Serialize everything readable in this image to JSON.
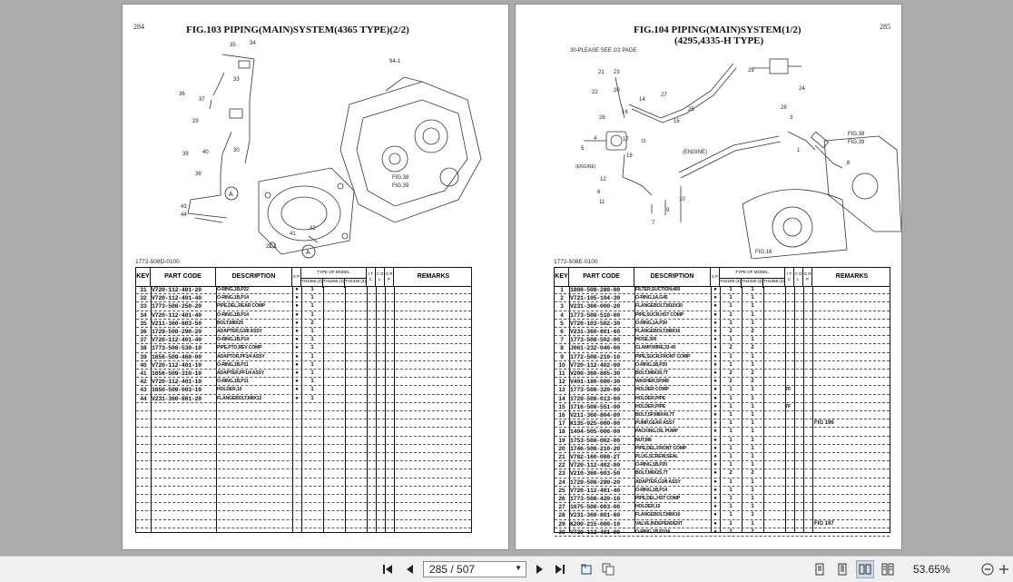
{
  "left_page": {
    "page_number": "284",
    "title": "FIG.103  PIPING(MAIN)SYSTEM(4365 TYPE)(2/2)",
    "doc_code": "1772-508D-0100",
    "callouts": [
      "34",
      "35",
      "33",
      "94-1",
      "36",
      "37",
      "29",
      "30",
      "39",
      "40",
      "38",
      "43",
      "44",
      "42",
      "41",
      "22-1"
    ],
    "fig_refs": [
      "FIG.38",
      "FIG.39"
    ],
    "marker": "A",
    "headers": {
      "key": "KEY",
      "part": "PART CODE",
      "desc": "DESCRIPTION",
      "s": "S P",
      "type_title": "TYPE OF MODEL",
      "types": [
        "TH4365 (3)",
        "TH4295 (3)",
        "TH4335 (3)"
      ],
      "i": "I T C",
      "c": "C O L",
      "g": "G R P",
      "remarks": "REMARKS"
    },
    "rows": [
      {
        "key": "31",
        "part": "V720-112-401-20",
        "desc": "O-RING,1B,P22",
        "s": "●",
        "q": "1",
        "rem": ""
      },
      {
        "key": "32",
        "part": "V720-112-401-40",
        "desc": "O-RING,1B,P14",
        "s": "●",
        "q": "1",
        "rem": ""
      },
      {
        "key": "33",
        "part": "1773-508-250-20",
        "desc": "PIPE,DEL,REAR COMP",
        "s": "●",
        "q": "1",
        "rem": ""
      },
      {
        "key": "34",
        "part": "V720-112-401-40",
        "desc": "O-RING,1B,P14",
        "s": "●",
        "q": "1",
        "rem": ""
      },
      {
        "key": "35",
        "part": "V211-360-803-50",
        "desc": "BOLT,M8X25",
        "s": "●",
        "q": "2",
        "rem": ""
      },
      {
        "key": "36",
        "part": "1729-508-290-20",
        "desc": "ADAPTER,G3/8 ASSY",
        "s": "●",
        "q": "1",
        "rem": ""
      },
      {
        "key": "37",
        "part": "V720-112-401-40",
        "desc": "O-RING,1B,P14",
        "s": "●",
        "q": "1",
        "rem": ""
      },
      {
        "key": "38",
        "part": "1773-508-530-10",
        "desc": "PIPE,PTO,REV COMP",
        "s": "●",
        "q": "1",
        "rem": ""
      },
      {
        "key": "39",
        "part": "1656-509-460-00",
        "desc": "ADAPTOR,PF1/4 ASSY",
        "s": "●",
        "q": "1",
        "rem": ""
      },
      {
        "key": "40",
        "part": "V720-112-401-10",
        "desc": "O-RING,1B,P11",
        "s": "●",
        "q": "1",
        "rem": ""
      },
      {
        "key": "41",
        "part": "1656-509-310-10",
        "desc": "ADAPTER,PF1/4 ASSY",
        "s": "●",
        "q": "1",
        "rem": ""
      },
      {
        "key": "42",
        "part": "V720-112-401-10",
        "desc": "O-RING,1B,P11",
        "s": "●",
        "q": "1",
        "rem": ""
      },
      {
        "key": "43",
        "part": "1650-509-003-10",
        "desc": "HOLDER,10",
        "s": "●",
        "q": "1",
        "rem": ""
      },
      {
        "key": "44",
        "part": "V231-360-801-20",
        "desc": "FLANGEBOLT,M8X12",
        "s": "●",
        "q": "1",
        "rem": ""
      }
    ]
  },
  "right_page": {
    "page_number": "285",
    "title_line1": "FIG.104  PIPING(MAIN)SYSTEM(1/2)",
    "title_line2": "(4295,4335-H TYPE)",
    "note": "30-PLEASE SEE 2/2 PAGE",
    "doc_code": "1772-508E-0100",
    "callouts": [
      "21",
      "23",
      "29",
      "22",
      "14",
      "20",
      "24",
      "25",
      "27",
      "26",
      "16",
      "15",
      "28",
      "3",
      "4",
      "17",
      "1",
      "5",
      "18",
      "19",
      "(ENGINE)",
      "(ENGINE)",
      "6",
      "12",
      "11",
      "10",
      "9",
      "7",
      "8",
      "2"
    ],
    "fig_refs": [
      "FIG.38",
      "FIG.39",
      "FIG.16"
    ],
    "headers": {
      "key": "KEY",
      "part": "PART CODE",
      "desc": "DESCRIPTION",
      "s": "S P",
      "type_title": "TYPE OF MODEL",
      "types": [
        "TH4295 (3)",
        "TH4335 (3)",
        "TH4365 (3)"
      ],
      "i": "I T C",
      "c": "C O L",
      "g": "G R P",
      "remarks": "REMARKS"
    },
    "rows": [
      {
        "key": "1",
        "part": "1808-508-280-00",
        "desc": "FILTER,SUCTION,400",
        "s": "●",
        "q": "1",
        "q2": "1",
        "i": "",
        "rem": ""
      },
      {
        "key": "2",
        "part": "V721-105-104-30",
        "desc": "O-RING,1A,G45",
        "s": "●",
        "q": "1",
        "q2": "1",
        "i": "",
        "rem": ""
      },
      {
        "key": "3",
        "part": "V231-360-000-20",
        "desc": "FLANGEBOLT,M10X30",
        "s": "●",
        "q": "1",
        "q2": "1",
        "i": "",
        "rem": ""
      },
      {
        "key": "4",
        "part": "1773-508-510-00",
        "desc": "PIPE,SUCR,HST COMP",
        "s": "●",
        "q": "1",
        "q2": "1",
        "i": "",
        "rem": ""
      },
      {
        "key": "5",
        "part": "V720-103-502-30",
        "desc": "O-RING,1A,P30",
        "s": "●",
        "q": "1",
        "q2": "1",
        "i": "",
        "rem": ""
      },
      {
        "key": "6",
        "part": "V231-360-801-60",
        "desc": "FLANGEBOLT,M8X16",
        "s": "●",
        "q": "2",
        "q2": "2",
        "i": "",
        "rem": ""
      },
      {
        "key": "7",
        "part": "1773-508-502-00",
        "desc": "HOSE,300",
        "s": "●",
        "q": "1",
        "q2": "1",
        "i": "",
        "rem": ""
      },
      {
        "key": "8",
        "part": "J061-232-040-00",
        "desc": "CLAMP,WIRE,33-40",
        "s": "●",
        "q": "2",
        "q2": "2",
        "i": "",
        "rem": ""
      },
      {
        "key": "9",
        "part": "1772-508-210-10",
        "desc": "PIPE,SUCR,FRONT COMP",
        "s": "●",
        "q": "1",
        "q2": "1",
        "i": "",
        "rem": ""
      },
      {
        "key": "10",
        "part": "V720-112-402-00",
        "desc": "O-RING,1B,P20",
        "s": "●",
        "q": "1",
        "q2": "1",
        "i": "",
        "rem": ""
      },
      {
        "key": "11",
        "part": "V200-360-805-30",
        "desc": "BOLT,M8X30,7T",
        "s": "●",
        "q": "2",
        "q2": "2",
        "i": "",
        "rem": ""
      },
      {
        "key": "12",
        "part": "V401-180-000-30",
        "desc": "WASHER,SP,M8",
        "s": "●",
        "q": "2",
        "q2": "2",
        "i": "",
        "rem": ""
      },
      {
        "key": "13",
        "part": "1773-508-320-00",
        "desc": "HOLDER COMP",
        "s": "●",
        "q": "1",
        "q2": "1",
        "i": "7F",
        "rem": ""
      },
      {
        "key": "14",
        "part": "1729-508-013-00",
        "desc": "HOLDER,PIPE",
        "s": "●",
        "q": "1",
        "q2": "1",
        "i": "",
        "rem": ""
      },
      {
        "key": "15",
        "part": "1716-508-551-00",
        "desc": "HOLDER,PIPE",
        "s": "●",
        "q": "1",
        "q2": "1",
        "i": "7F",
        "rem": ""
      },
      {
        "key": "16",
        "part": "V211-360-804-00",
        "desc": "BOLT,SP,M8X40,7T",
        "s": "●",
        "q": "1",
        "q2": "1",
        "i": "",
        "rem": ""
      },
      {
        "key": "17",
        "part": "K135-025-000-00",
        "desc": "PUMP,GEAR ASSY",
        "s": "●",
        "q": "1",
        "q2": "1",
        "i": "",
        "rem": "FIG 196"
      },
      {
        "key": "18",
        "part": "1404-505-006-00",
        "desc": "PACKING,OIL PUMP",
        "s": "●",
        "q": "1",
        "q2": "1",
        "i": "",
        "rem": ""
      },
      {
        "key": "19",
        "part": "1753-508-002-00",
        "desc": "NUT,M8",
        "s": "●",
        "q": "1",
        "q2": "1",
        "i": "",
        "rem": ""
      },
      {
        "key": "20",
        "part": "1746-508-210-20",
        "desc": "PIPE,DEL,FRONT COMP",
        "s": "●",
        "q": "1",
        "q2": "1",
        "i": "",
        "rem": ""
      },
      {
        "key": "21",
        "part": "V782-160-000-2T",
        "desc": "PLUG,SCREW,SEAL",
        "s": "●",
        "q": "1",
        "q2": "1",
        "i": "",
        "rem": ""
      },
      {
        "key": "22",
        "part": "V720-112-402-00",
        "desc": "O-RING,1B,P20",
        "s": "●",
        "q": "1",
        "q2": "1",
        "i": "",
        "rem": ""
      },
      {
        "key": "23",
        "part": "V210-360-603-50",
        "desc": "BOLT,M6X25,7T",
        "s": "●",
        "q": "2",
        "q2": "2",
        "i": "",
        "rem": ""
      },
      {
        "key": "24",
        "part": "1729-508-290-20",
        "desc": "ADAPTER,G3/8 ASSY",
        "s": "●",
        "q": "1",
        "q2": "1",
        "i": "",
        "rem": ""
      },
      {
        "key": "25",
        "part": "V720-112-401-40",
        "desc": "O-RING,1B,P14",
        "s": "●",
        "q": "1",
        "q2": "1",
        "i": "",
        "rem": ""
      },
      {
        "key": "26",
        "part": "1773-508-420-10",
        "desc": "PIPE,DEL,HST COMP",
        "s": "●",
        "q": "1",
        "q2": "1",
        "i": "",
        "rem": ""
      },
      {
        "key": "27",
        "part": "1675-508-003-00",
        "desc": "HOLDER,15",
        "s": "●",
        "q": "1",
        "q2": "1",
        "i": "",
        "rem": ""
      },
      {
        "key": "28",
        "part": "V231-360-801-60",
        "desc": "FLANGEBOLT,M8X16",
        "s": "●",
        "q": "1",
        "q2": "1",
        "i": "",
        "rem": ""
      },
      {
        "key": "29",
        "part": "K200-215-000-10",
        "desc": "VALVE,INDEPENDENT",
        "s": "●",
        "q": "1",
        "q2": "1",
        "i": "",
        "rem": "FIG 197"
      },
      {
        "key": "30",
        "part": "V720-112-401-00",
        "desc": "O-RING,1B,P10A",
        "s": "●",
        "q": "2",
        "q2": "2",
        "i": "",
        "rem": ""
      }
    ]
  },
  "toolbar": {
    "page_value": "285 / 507",
    "zoom": "53.65%",
    "icons": [
      "first-page-icon",
      "prev-page-icon",
      "next-page-icon",
      "last-page-icon",
      "rotate-icon",
      "copy-icon",
      "single-page-icon",
      "continuous-icon",
      "two-page-icon",
      "two-page-continuous-icon",
      "zoom-out-icon",
      "zoom-in-icon"
    ]
  }
}
